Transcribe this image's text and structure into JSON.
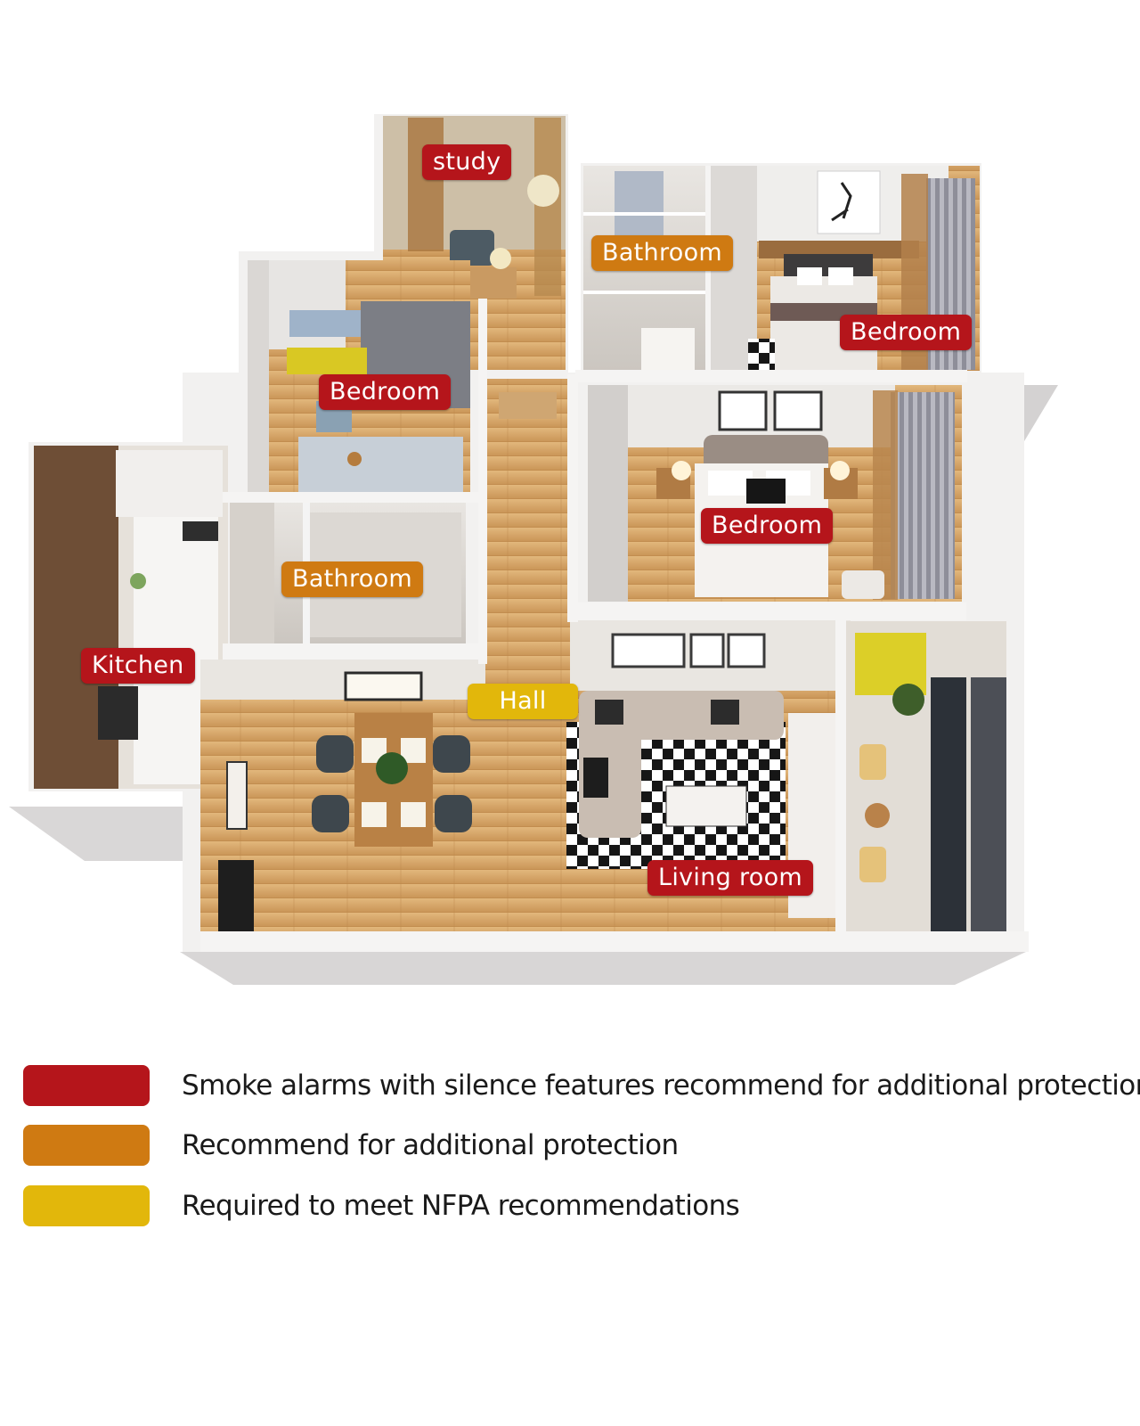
{
  "colors": {
    "red": "#b5151b",
    "orange": "#cf7a12",
    "yellow": "#e2b70b",
    "floor": "#d7aa6e",
    "wall": "#e9e7e6"
  },
  "rooms": [
    {
      "id": "study",
      "label": "study",
      "color": "red"
    },
    {
      "id": "bathroom_top",
      "label": "Bathroom",
      "color": "orange"
    },
    {
      "id": "bedroom_master",
      "label": "Bedroom",
      "color": "red"
    },
    {
      "id": "bedroom_kids",
      "label": "Bedroom",
      "color": "red"
    },
    {
      "id": "bedroom_center",
      "label": "Bedroom",
      "color": "red"
    },
    {
      "id": "bathroom_left",
      "label": "Bathroom",
      "color": "orange"
    },
    {
      "id": "kitchen",
      "label": "Kitchen",
      "color": "red"
    },
    {
      "id": "hall",
      "label": "Hall",
      "color": "yellow"
    },
    {
      "id": "living_room",
      "label": "Living room",
      "color": "red"
    }
  ],
  "legend": [
    {
      "color": "red",
      "text": "Smoke alarms with silence features recommend for additional protection"
    },
    {
      "color": "orange",
      "text": "Recommend for additional protection"
    },
    {
      "color": "yellow",
      "text": "Required to meet NFPA recommendations"
    }
  ]
}
